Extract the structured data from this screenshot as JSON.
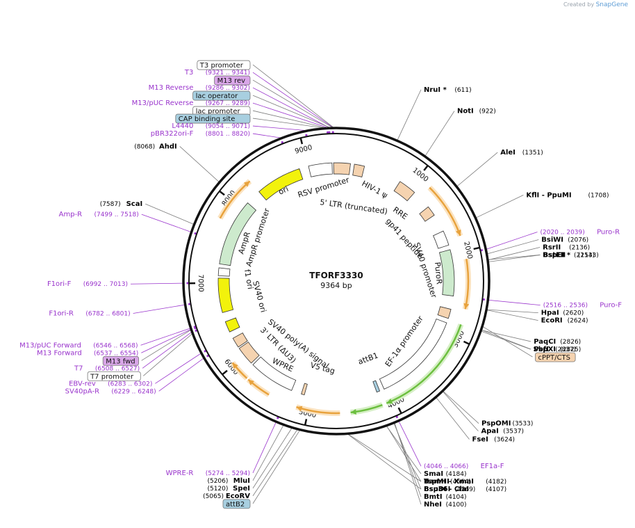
{
  "credit": {
    "prefix": "Created by",
    "brand": "SnapGene"
  },
  "plasmid": {
    "name": "TFORF3330",
    "size_label": "9364 bp",
    "length": 9364
  },
  "colors": {
    "primer": "#9933cc",
    "site": "#000000",
    "leader": "#7a7a7a",
    "primer_leader": "#9933cc",
    "backbone": "#111111",
    "feature_orange": "#f5d3b0",
    "feature_green": "#cdeacd",
    "feature_yellow": "#f2f20c",
    "promoter_white": "#ffffff",
    "arc_orange": "#e8a23c",
    "arc_green": "#6cbf3f",
    "misc_blue": "#a8cfe0",
    "primer_box": "#d9a6e8"
  },
  "ticks": [
    {
      "label": "1000",
      "pos": 1000
    },
    {
      "label": "2000",
      "pos": 2000
    },
    {
      "label": "3000",
      "pos": 3000
    },
    {
      "label": "4000",
      "pos": 4000
    },
    {
      "label": "5000",
      "pos": 5000
    },
    {
      "label": "6000",
      "pos": 6000
    },
    {
      "label": "7000",
      "pos": 7000
    },
    {
      "label": "8000",
      "pos": 8000
    },
    {
      "label": "9000",
      "pos": 9000
    }
  ],
  "labels": [
    {
      "type": "primer",
      "range": "(9321 .. 9341)",
      "name": "T3",
      "pos": 9331
    },
    {
      "type": "promoter_box",
      "name": "T3 promoter",
      "pos": 9336
    },
    {
      "type": "primer_box",
      "name": "M13 rev",
      "pos": 9325
    },
    {
      "type": "primer",
      "range": "(9286 .. 9302)",
      "name": "M13 Reverse",
      "pos": 9294
    },
    {
      "type": "misc_box",
      "name": "lac operator",
      "pos": 9300
    },
    {
      "type": "primer",
      "range": "(9267 .. 9289)",
      "name": "M13/pUC Reverse",
      "pos": 9278
    },
    {
      "type": "promoter_box",
      "name": "lac promoter",
      "pos": 9260
    },
    {
      "type": "misc_box",
      "name": "CAP binding site",
      "pos": 9240
    },
    {
      "type": "primer",
      "range": "(9054 .. 9071)",
      "name": "L4440",
      "pos": 9062
    },
    {
      "type": "primer",
      "range": "(8801 .. 8820)",
      "name": "pBR322ori-F",
      "pos": 8810
    },
    {
      "type": "site",
      "pos_label": "(8068)",
      "name": "AhdI",
      "pos": 8068
    },
    {
      "type": "site",
      "pos_label": "(7587)",
      "name": "ScaI",
      "pos": 7587
    },
    {
      "type": "primer",
      "range": "(7499 .. 7518)",
      "name": "Amp-R",
      "pos": 7508
    },
    {
      "type": "primer",
      "range": "(6992 .. 7013)",
      "name": "F1ori-F",
      "pos": 7002
    },
    {
      "type": "primer",
      "range": "(6782 .. 6801)",
      "name": "F1ori-R",
      "pos": 6791
    },
    {
      "type": "primer",
      "range": "(6546 .. 6568)",
      "name": "M13/pUC Forward",
      "pos": 6557
    },
    {
      "type": "primer",
      "range": "(6537 .. 6554)",
      "name": "M13 Forward",
      "pos": 6545
    },
    {
      "type": "primer_box",
      "name": "M13 fwd",
      "pos": 6540
    },
    {
      "type": "primer",
      "range": "(6508 .. 6527)",
      "name": "T7",
      "pos": 6517
    },
    {
      "type": "promoter_box",
      "name": "T7 promoter",
      "pos": 6500
    },
    {
      "type": "primer",
      "range": "(6283 .. 6302)",
      "name": "EBV-rev",
      "pos": 6292
    },
    {
      "type": "primer",
      "range": "(6229 .. 6248)",
      "name": "SV40pA-R",
      "pos": 6238
    },
    {
      "type": "primer",
      "range": "(5274 .. 5294)",
      "name": "WPRE-R",
      "pos": 5284
    },
    {
      "type": "site",
      "pos_label": "(5206)",
      "name": "MluI",
      "pos": 5206
    },
    {
      "type": "site",
      "pos_label": "(5120)",
      "name": "SpeI",
      "pos": 5120
    },
    {
      "type": "site",
      "pos_label": "(5065)",
      "name": "EcoRV",
      "pos": 5065
    },
    {
      "type": "misc_box",
      "name": "attB2",
      "pos": 5040
    },
    {
      "type": "site",
      "pos_label": "(4569)",
      "name": "Bsu36I",
      "pos": 4569
    },
    {
      "type": "site",
      "pos_label": "(4564)",
      "name": "BamHI",
      "pos": 4564
    },
    {
      "type": "site",
      "pos_label": "(4184)",
      "name": "SmaI",
      "pos": 4184
    },
    {
      "type": "site",
      "pos_label": "(4182)",
      "name": "TspMI  - XmaI",
      "pos": 4182
    },
    {
      "type": "site",
      "pos_label": "(4107)",
      "name": "BspDI  - ClaI",
      "pos": 4107
    },
    {
      "type": "site",
      "pos_label": "(4104)",
      "name": "BmtI",
      "pos": 4104
    },
    {
      "type": "site",
      "pos_label": "(4100)",
      "name": "NheI",
      "pos": 4100
    },
    {
      "type": "primer",
      "range": "(4046 .. 4066)",
      "name": "EF1a-F",
      "pos": 4056
    },
    {
      "type": "site",
      "pos_label": "(3624)",
      "name": "FseI",
      "pos": 3624
    },
    {
      "type": "site",
      "pos_label": "(3537)",
      "name": "ApaI",
      "pos": 3537
    },
    {
      "type": "site",
      "pos_label": "(3533)",
      "name": "PspOMI",
      "pos": 3533
    },
    {
      "type": "site",
      "pos_label": "(2837)",
      "name": "SbfI",
      "pos": 2837
    },
    {
      "type": "site",
      "pos_label": "(2826)",
      "name": "PaqCI",
      "pos": 2826
    },
    {
      "type": "site",
      "pos_label": "(2825)",
      "name": "PspXI",
      "pos": 2825
    },
    {
      "type": "feature_box",
      "name": "cPPT/CTS",
      "pos": 2790
    },
    {
      "type": "site",
      "pos_label": "(2624)",
      "name": "EcoRI",
      "pos": 2624
    },
    {
      "type": "site",
      "pos_label": "(2620)",
      "name": "HpaI",
      "pos": 2620
    },
    {
      "type": "primer",
      "range": "(2516 .. 2536)",
      "name": "Puro-F",
      "pos": 2526
    },
    {
      "type": "site",
      "pos_label": "(2154)",
      "name": "BstEII",
      "pos": 2154
    },
    {
      "type": "site",
      "pos_label": "(2136)",
      "name": "RsrII",
      "pos": 2136
    },
    {
      "type": "site",
      "pos_label": "(2133)",
      "name": "BspEI *",
      "pos": 2133
    },
    {
      "type": "site",
      "pos_label": "(2076)",
      "name": "BsiWI",
      "pos": 2076
    },
    {
      "type": "primer",
      "range": "(2020 .. 2039)",
      "name": "Puro-R",
      "pos": 2030
    },
    {
      "type": "site",
      "pos_label": "(1708)",
      "name": "KflI  - PpuMI",
      "pos": 1708
    },
    {
      "type": "site",
      "pos_label": "(1351)",
      "name": "AleI",
      "pos": 1351
    },
    {
      "type": "site",
      "pos_label": "(922)",
      "name": "NotI",
      "pos": 922
    },
    {
      "type": "site",
      "pos_label": "(611)",
      "name": "NruI *",
      "pos": 611
    }
  ],
  "features": [
    {
      "name": "RSV promoter",
      "start": 9010,
      "end": 9310,
      "kind": "promoter"
    },
    {
      "name": "5' LTR (truncated)",
      "start": 9330,
      "end": 180,
      "kind": "box"
    },
    {
      "name": "HIV-1 ψ",
      "start": 230,
      "end": 360,
      "kind": "box"
    },
    {
      "name": "RRE",
      "start": 850,
      "end": 1080,
      "kind": "box"
    },
    {
      "name": "gp41 peptide",
      "start": 1330,
      "end": 1460,
      "kind": "box"
    },
    {
      "name": "SV40 promoter",
      "start": 1690,
      "end": 1880,
      "kind": "promoter"
    },
    {
      "name": "PuroR",
      "start": 1940,
      "end": 2530,
      "kind": "cds"
    },
    {
      "name": "cPPT/CTS",
      "start": 2700,
      "end": 2820,
      "kind": "box"
    },
    {
      "name": "EF-1α promoter",
      "start": 2880,
      "end": 4060,
      "kind": "promoter"
    },
    {
      "name": "attB1",
      "start": 4120,
      "end": 4160,
      "kind": "misc"
    },
    {
      "name": "V5 tag",
      "start": 5090,
      "end": 5130,
      "kind": "box"
    },
    {
      "name": "WPRE",
      "start": 5260,
      "end": 5850,
      "kind": "promoter"
    },
    {
      "name": "3' LTR (ΔU3)",
      "start": 5880,
      "end": 6120,
      "kind": "box"
    },
    {
      "name": "SV40 poly(A) signal",
      "start": 6140,
      "end": 6270,
      "kind": "box"
    },
    {
      "name": "SV40 ori",
      "start": 6360,
      "end": 6500,
      "kind": "ori"
    },
    {
      "name": "f1 ori",
      "start": 6620,
      "end": 7060,
      "kind": "ori"
    },
    {
      "name": "AmpR promoter",
      "start": 7090,
      "end": 7190,
      "kind": "promoter"
    },
    {
      "name": "AmpR",
      "start": 7240,
      "end": 8100,
      "kind": "cds"
    },
    {
      "name": "ori",
      "start": 8300,
      "end": 8890,
      "kind": "ori"
    }
  ],
  "feature_labels": [
    {
      "text": "RSV promoter"
    },
    {
      "text": "5' LTR (truncated)"
    },
    {
      "text": "HIV-1 ψ"
    },
    {
      "text": "RRE"
    },
    {
      "text": "gp41 peptide"
    },
    {
      "text": "SV40 promoter"
    },
    {
      "text": "PuroR"
    },
    {
      "text": "EF-1α promoter"
    },
    {
      "text": "attB1"
    },
    {
      "text": "V5 tag"
    },
    {
      "text": "WPRE"
    },
    {
      "text": "3' LTR (ΔU3)"
    },
    {
      "text": "SV40 poly(A) signal"
    },
    {
      "text": "SV40 ori"
    },
    {
      "text": "f1 ori"
    },
    {
      "text": "AmpR promoter"
    },
    {
      "text": "AmpR"
    },
    {
      "text": "ori"
    }
  ],
  "arcs": [
    {
      "start": 1170,
      "end": 1820,
      "color": "orange"
    },
    {
      "start": 2090,
      "end": 2660,
      "color": "orange"
    },
    {
      "start": 2840,
      "end": 4100,
      "color": "green"
    },
    {
      "start": 4150,
      "end": 4520,
      "color": "green"
    },
    {
      "start": 4640,
      "end": 5140,
      "color": "orange"
    },
    {
      "start": 5480,
      "end": 5770,
      "color": "orange"
    },
    {
      "start": 5790,
      "end": 6030,
      "color": "orange"
    },
    {
      "start": 7760,
      "end": 8300,
      "color": "orange"
    }
  ]
}
